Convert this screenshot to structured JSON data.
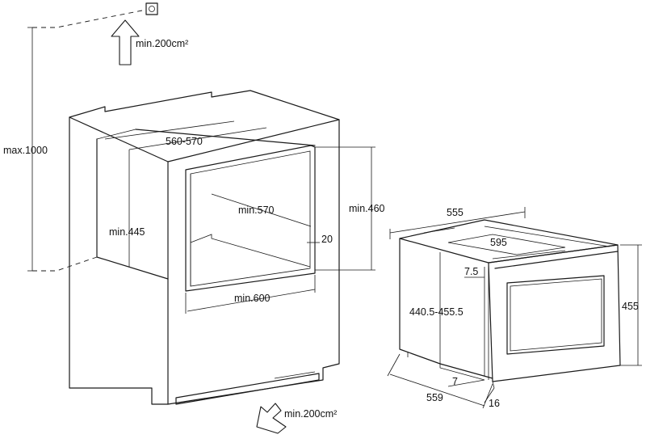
{
  "diagram": {
    "top_vent": {
      "label": "min.200cm²"
    },
    "bottom_vent": {
      "label": "min.200cm²"
    },
    "cabinet": {
      "max_height": "max.1000",
      "niche_width_top": "560-570",
      "niche_height": "min.445",
      "niche_depth": "min.570",
      "opening_height": "min.460",
      "side_gap": "20",
      "opening_width": "min.600"
    },
    "oven": {
      "top_depth": "555",
      "top_width": "595",
      "top_offset": "7.5",
      "body_height": "440.5-455.5",
      "front_height": "455",
      "side_offset": "7",
      "side_depth": "559",
      "front_thickness": "16"
    }
  }
}
